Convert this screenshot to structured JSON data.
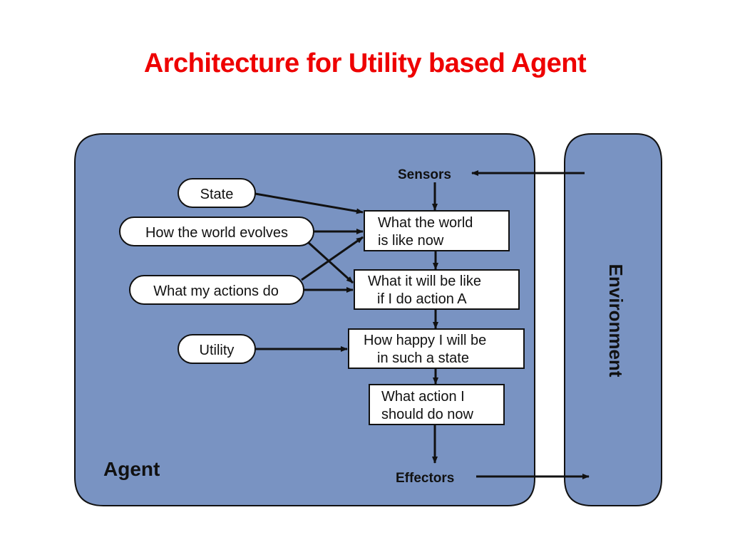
{
  "slide": {
    "title": "Architecture for Utility based Agent"
  },
  "diagram": {
    "colors": {
      "panel_fill": "#7993c2",
      "box_fill": "#ffffff",
      "stroke": "#111111",
      "title": "#ee0000"
    },
    "agent_label": "Agent",
    "environment_label": "Environment",
    "sensors_label": "Sensors",
    "effectors_label": "Effectors",
    "knowledge": {
      "state": "State",
      "world_evolves": "How the world evolves",
      "actions_do": "What my actions do",
      "utility": "Utility"
    },
    "boxes": {
      "world_now": [
        "What the world",
        "is like now"
      ],
      "will_be_like": [
        "What it will be like",
        "if I do action A"
      ],
      "how_happy": [
        "How happy I will be",
        "in such a state"
      ],
      "what_action": [
        "What action I",
        "should do now"
      ]
    }
  }
}
